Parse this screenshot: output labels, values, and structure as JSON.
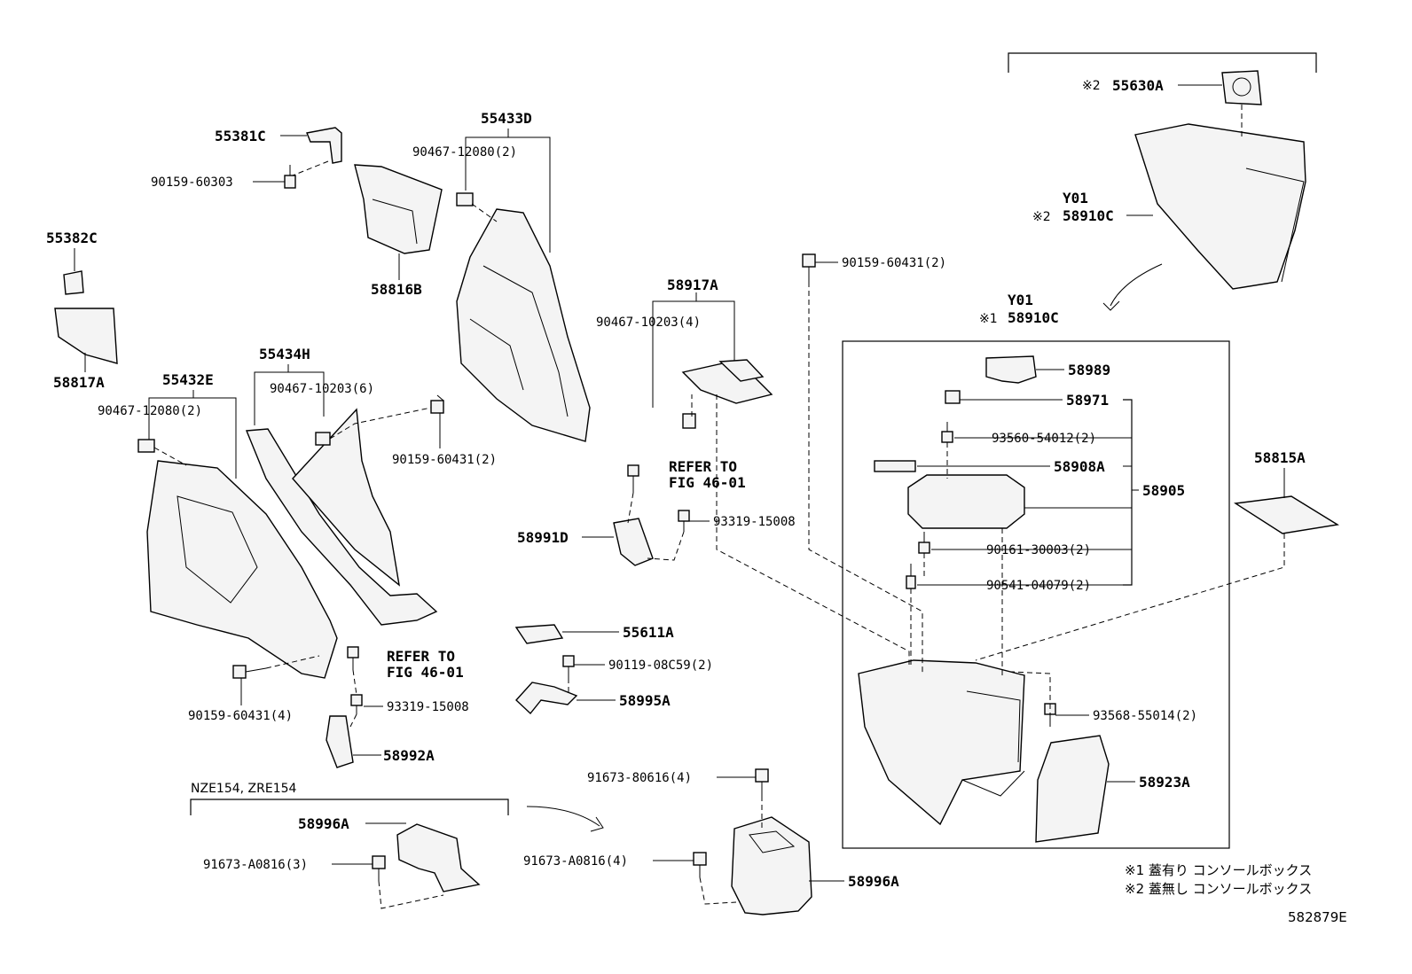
{
  "parts": {
    "p55381C": "55381C",
    "p90159_60303": "90159-60303",
    "p55382C": "55382C",
    "p58817A": "58817A",
    "p58816B": "58816B",
    "p55433D": "55433D",
    "p90467_12080_a": "90467-12080(2)",
    "p55434H": "55434H",
    "p90467_10203_6": "90467-10203(6)",
    "p90159_60431_2a": "90159-60431(2)",
    "p55432E": "55432E",
    "p90467_12080_b": "90467-12080(2)",
    "p90159_60431_4": "90159-60431(4)",
    "refer1_a": "REFER TO",
    "refer1_b": "FIG 46-01",
    "p93319_15008_a": "93319-15008",
    "p58992A": "58992A",
    "p58917A": "58917A",
    "p90467_10203_4": "90467-10203(4)",
    "refer2_a": "REFER TO",
    "refer2_b": "FIG 46-01",
    "p58991D": "58991D",
    "p93319_15008_b": "93319-15008",
    "p55611A": "55611A",
    "p90119_08C59": "90119-08C59(2)",
    "p58995A": "58995A",
    "p90159_60431_2b": "90159-60431(2)",
    "p55630A": "55630A",
    "mark2_a": "※2",
    "y01_a": "Y01",
    "p58910C_a": "58910C",
    "mark2_b": "※2",
    "y01_b": "Y01",
    "p58910C_b": "58910C",
    "mark1_a": "※1",
    "p58989": "58989",
    "p58971": "58971",
    "p93560_54012": "93560-54012(2)",
    "p58908A": "58908A",
    "p58905": "58905",
    "p90161_30003": "90161-30003(2)",
    "p90541_04079": "90541-04079(2)",
    "p58815A": "58815A",
    "p93568_55014": "93568-55014(2)",
    "p58923A": "58923A",
    "p91673_80616": "91673-80616(4)",
    "p91673_A0816_4": "91673-A0816(4)",
    "p58996A_b": "58996A",
    "nze_label": "NZE154, ZRE154",
    "p58996A_a": "58996A",
    "p91673_A0816_3": "91673-A0816(3)"
  },
  "notes": {
    "n1": "※1  蓋有り  コンソールボックス",
    "n2": "※2  蓋無し  コンソールボックス"
  },
  "illustration_id": "582879E"
}
